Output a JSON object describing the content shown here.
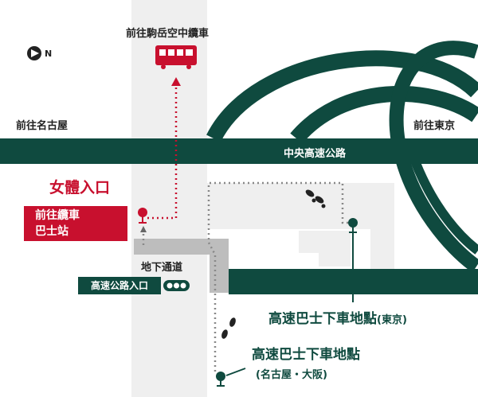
{
  "labels": {
    "north": "N",
    "bus_to_komagatake": "前往駒岳空中纜車",
    "to_nagoya": "前往名古屋",
    "to_tokyo": "前往東京",
    "highway": "中央高速公路",
    "women_entrance": "女體入口",
    "ropeway_bus_stop_line1": "前往纜車",
    "ropeway_bus_stop_line2": "巴士站",
    "underpass": "地下通道",
    "highway_entrance": "高速公路入口",
    "tokyo_stop_title": "高速巴士下車地點",
    "tokyo_stop_sub": "(東京)",
    "nagoya_stop_title": "高速巴士下車地點",
    "nagoya_stop_sub": "(名古屋・大阪)"
  },
  "colors": {
    "highway_green": "#0f4a3f",
    "route_red": "#c8102e",
    "road_gray": "#efefef",
    "underpass_gray": "#bdbdbd",
    "walk_dots": "#888888"
  },
  "icons": [
    "north-arrow-icon",
    "bus-icon",
    "bus-stop-pin-icon",
    "footprints-icon",
    "traffic-light-icon"
  ]
}
